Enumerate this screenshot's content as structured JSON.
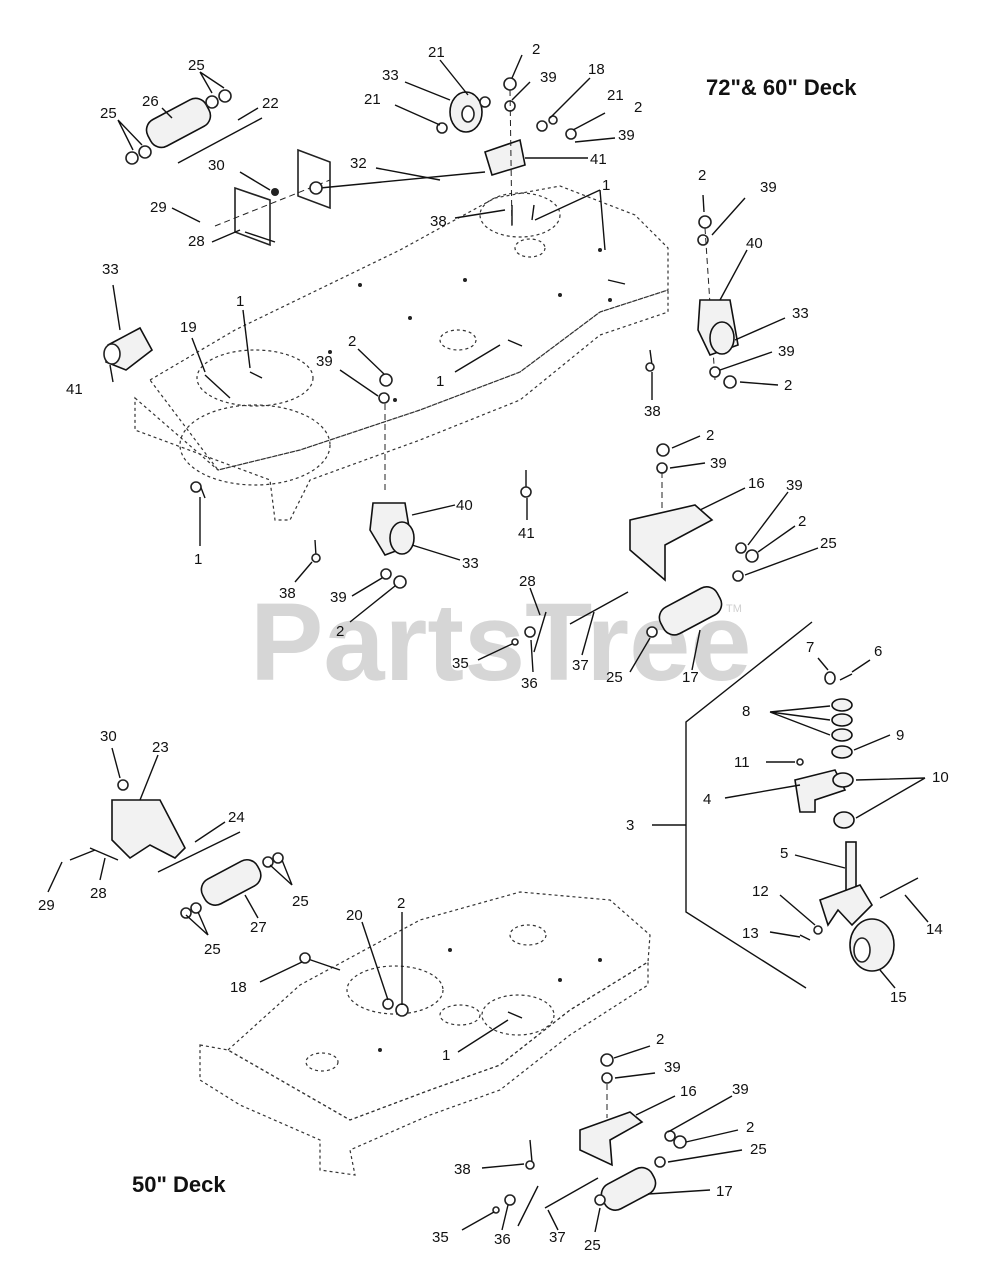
{
  "titles": {
    "top_deck": "72\"& 60\" Deck",
    "bottom_deck": "50\" Deck"
  },
  "watermark": {
    "text": "PartsTree",
    "mark": "TM"
  },
  "callouts": {
    "c01": "25",
    "c02": "25",
    "c03": "26",
    "c04": "22",
    "c05": "30",
    "c06": "29",
    "c07": "28",
    "c08": "21",
    "c09": "2",
    "c10": "33",
    "c11": "39",
    "c12": "18",
    "c13": "21",
    "c14": "21",
    "c15": "2",
    "c16": "39",
    "c17": "32",
    "c18": "41",
    "c19": "1",
    "c20": "38",
    "c21": "2",
    "c22": "39",
    "c23": "40",
    "c24": "33",
    "c25": "39",
    "c26": "2",
    "c27": "38",
    "c28": "33",
    "c29": "41",
    "c30": "19",
    "c31": "1",
    "c32": "2",
    "c33": "39",
    "c34": "1",
    "c35": "40",
    "c36": "33",
    "c37": "1",
    "c38": "38",
    "c39": "39",
    "c40": "2",
    "c41": "41",
    "c42": "2",
    "c43": "39",
    "c44": "16",
    "c45": "39",
    "c46": "2",
    "c47": "25",
    "c48": "28",
    "c49": "35",
    "c50": "36",
    "c51": "37",
    "c52": "25",
    "c53": "17",
    "c54": "7",
    "c55": "6",
    "c56": "8",
    "c57": "9",
    "c58": "11",
    "c59": "10",
    "c60": "4",
    "c61": "3",
    "c62": "5",
    "c63": "12",
    "c64": "14",
    "c65": "13",
    "c66": "15",
    "c67": "30",
    "c68": "23",
    "c69": "24",
    "c70": "29",
    "c71": "28",
    "c72": "25",
    "c73": "25",
    "c74": "27",
    "c75": "20",
    "c76": "2",
    "c77": "18",
    "c78": "1",
    "c79": "2",
    "c80": "39",
    "c81": "16",
    "c82": "39",
    "c83": "2",
    "c84": "25",
    "c85": "38",
    "c86": "17",
    "c87": "35",
    "c88": "36",
    "c89": "37",
    "c90": "25"
  }
}
